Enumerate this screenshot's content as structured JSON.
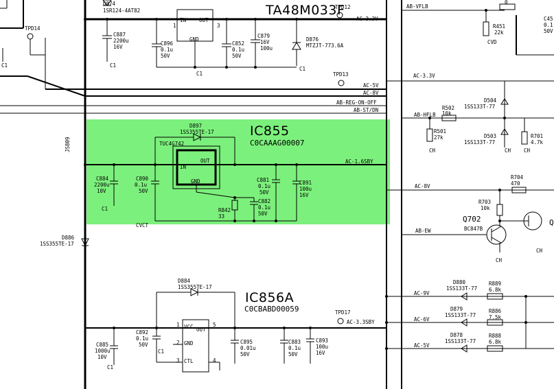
{
  "colors": {
    "highlight": "#7CF07C",
    "ink": "#000000",
    "background": "#ffffff"
  },
  "top": {
    "ic_title": "TA48M033F",
    "ic_pins": {
      "in": "IN",
      "out": "OUT",
      "gnd": "GND"
    },
    "d874": [
      "D874",
      "1SR124-4AT82"
    ],
    "c887": [
      "C887",
      "2200u",
      "16V"
    ],
    "c896": [
      "C896",
      "0.1u",
      "50V"
    ],
    "c852": [
      "C852",
      "0.1u",
      "50V"
    ],
    "c879": [
      "C879",
      "16V",
      "100u"
    ],
    "d876": [
      "D876",
      "MTZJT-773.6A"
    ],
    "tpd14": "TPD14",
    "tpd12": "TPD12",
    "tpd13": "TPD13",
    "ac33": "AC-3.3V",
    "c1": "C1",
    "pin1": "1",
    "pin3": "3"
  },
  "buses": {
    "ac5": "AC-5V",
    "ac8": "AC-8V",
    "ab_reg": "AB-REG-ON-OFF",
    "ab_st": "AB-ST/DN"
  },
  "ic855": {
    "name": "IC855",
    "code": "C0CAAAG00007",
    "part": "TUC4G742",
    "in": "IN",
    "out": "OUT",
    "gnd": "GND",
    "d897": [
      "D897",
      "1SS355TE-17"
    ],
    "c884": [
      "C884",
      "2200u",
      "10V"
    ],
    "c890": [
      "C890",
      "0.1u",
      "50V"
    ],
    "c881": [
      "C881",
      "0.1u",
      "50V"
    ],
    "c882": [
      "C882",
      "0.1u",
      "50V"
    ],
    "c891": [
      "C891",
      "100u",
      "16V"
    ],
    "r842": [
      "R842",
      "33"
    ],
    "cvct": "CVCT",
    "ac16": "AC-1.6SBY",
    "js": "JS809",
    "c1": "C1"
  },
  "d886": [
    "D886",
    "1SS355TE-17"
  ],
  "ic856": {
    "name": "IC856A",
    "code": "C0CBABD00059",
    "vcc": "VCC",
    "out": "OUT",
    "gnd": "GND",
    "ctl": "CTL",
    "pins": [
      "1",
      "2",
      "3",
      "4",
      "5"
    ],
    "d884": [
      "D884",
      "1SS355TE-17"
    ],
    "c892": [
      "C892",
      "0.1u",
      "50V"
    ],
    "c885": [
      "C885",
      "1000u",
      "10V"
    ],
    "c895": [
      "C895",
      "0.01u",
      "50V"
    ],
    "c883": [
      "C883",
      "0.1u",
      "50V"
    ],
    "c893": [
      "C893",
      "100u",
      "16V"
    ],
    "tpd17": "TPD17",
    "ac33sby": "AC-3.3SBY",
    "c1": "C1"
  },
  "right": {
    "ab_vflb": "AB-VFLB",
    "r451": [
      "R451",
      "22k"
    ],
    "cvd": "CVD",
    "c45": [
      "C45",
      "0.1",
      "50V"
    ],
    "ac33": "AC-3.3V",
    "d504": [
      "D504",
      "1SS133T-77"
    ],
    "d503": [
      "D503",
      "1SS133T-77"
    ],
    "ab_hflb": "AB-HFLB",
    "r502": [
      "R502",
      "10k"
    ],
    "r501": [
      "R501",
      "27k"
    ],
    "r701": [
      "R701",
      "4.7k"
    ],
    "ch": "CH",
    "ac8": "AC-8V",
    "r704": [
      "R704",
      "470"
    ],
    "r703": [
      "R703",
      "10k"
    ],
    "q702": "Q702",
    "q702_part": "BC847B",
    "q_right": "Q",
    "ab_ew": "AB-EW",
    "ac9": "AC-9V",
    "ac6": "AC-6V",
    "ac5": "AC-5V",
    "d880": [
      "D880",
      "1SS133T-77"
    ],
    "d879": [
      "D879",
      "1SS133T-77"
    ],
    "d878": [
      "D878",
      "1SS133T-77"
    ],
    "r889": [
      "R889",
      "6.8k"
    ],
    "r886": [
      "R886",
      "7.5k"
    ],
    "r888": [
      "R888",
      "6.8k"
    ],
    "zero": "0"
  }
}
